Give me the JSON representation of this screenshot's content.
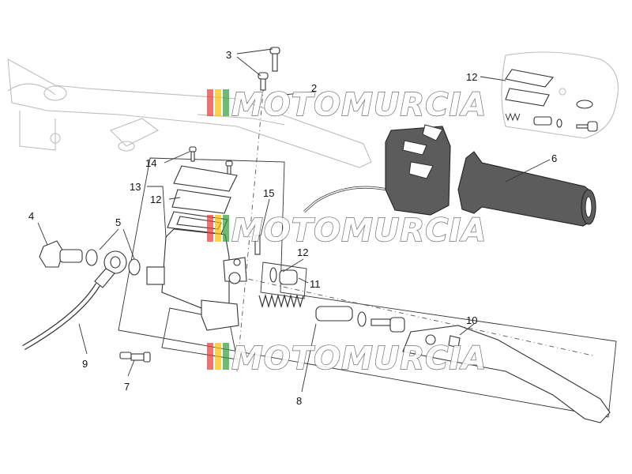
{
  "watermark": {
    "text": "MOTOMURCIA",
    "stripe_colors": [
      "#e53935",
      "#f6c000",
      "#2e9c3a"
    ]
  },
  "callouts": [
    {
      "key": "c2",
      "label": "2"
    },
    {
      "key": "c3",
      "label": "3"
    },
    {
      "key": "c4",
      "label": "4"
    },
    {
      "key": "c5",
      "label": "5"
    },
    {
      "key": "c6",
      "label": "6"
    },
    {
      "key": "c7",
      "label": "7"
    },
    {
      "key": "c8",
      "label": "8"
    },
    {
      "key": "c9",
      "label": "9"
    },
    {
      "key": "c10",
      "label": "10"
    },
    {
      "key": "c11",
      "label": "11"
    },
    {
      "key": "c12a",
      "label": "12"
    },
    {
      "key": "c12b",
      "label": "12"
    },
    {
      "key": "c12c",
      "label": "12"
    },
    {
      "key": "c13",
      "label": "13"
    },
    {
      "key": "c14",
      "label": "14"
    },
    {
      "key": "c15",
      "label": "15"
    }
  ]
}
